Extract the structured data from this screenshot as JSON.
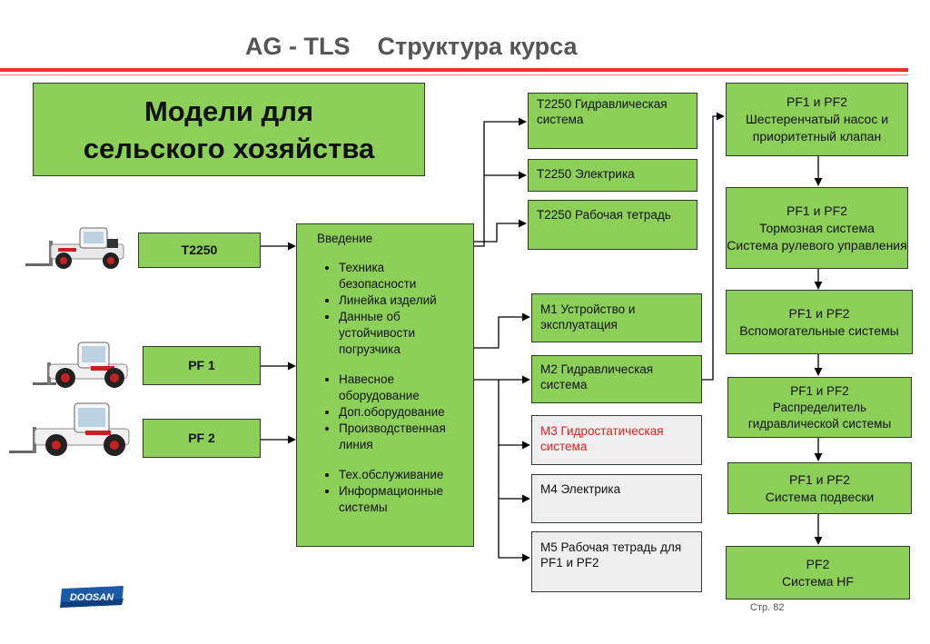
{
  "slide": {
    "title": "AG - TLS    Структура курса",
    "page_number": "Стр. 82",
    "logo_text": "DOOSAN",
    "accent_color": "#e8322a",
    "box_green": "#8cd05a",
    "box_grey": "#efefef"
  },
  "main_title": {
    "line1": "Модели для",
    "line2": "сельского хозяйства"
  },
  "models": [
    {
      "label": "T2250",
      "icon": "telehandler-icon"
    },
    {
      "label": "PF 1",
      "icon": "telehandler-icon"
    },
    {
      "label": "PF 2",
      "icon": "telehandler-icon"
    }
  ],
  "intro": {
    "heading": "Введение",
    "items": [
      "Техника безопасности",
      "Линейка изделий",
      "Данные об устойчивости погрузчика",
      "Навесное оборудование",
      "Доп.оборудование",
      "Производственная линия",
      "Тех.обслуживание",
      "Информационные системы"
    ]
  },
  "t2250_modules": [
    "T2250 Гидравлическая система",
    "T2250 Электрика",
    "T2250 Рабочая тетрадь"
  ],
  "m_modules": [
    {
      "label": "M1 Устройство и эксплуатация",
      "style": "green"
    },
    {
      "label": "M2 Гидравлическая система",
      "style": "green"
    },
    {
      "label": "M3  Гидростатическая система",
      "style": "grey-red"
    },
    {
      "label": "M4 Электрика",
      "style": "grey"
    },
    {
      "label": "M5  Рабочая тетрадь для PF1 и PF2",
      "style": "grey"
    }
  ],
  "pf_modules": [
    "PF1 и PF2\nШестеренчатый насос и приоритетный клапан",
    "PF1 и PF2\nТормозная система\nСистема рулевого управления",
    "PF1 и PF2\nВспомогательные системы",
    "PF1 и PF2\nРаспределитель гидравлической системы",
    "PF1 и PF2\nСистема подвески",
    "PF2\nСистема HF"
  ]
}
